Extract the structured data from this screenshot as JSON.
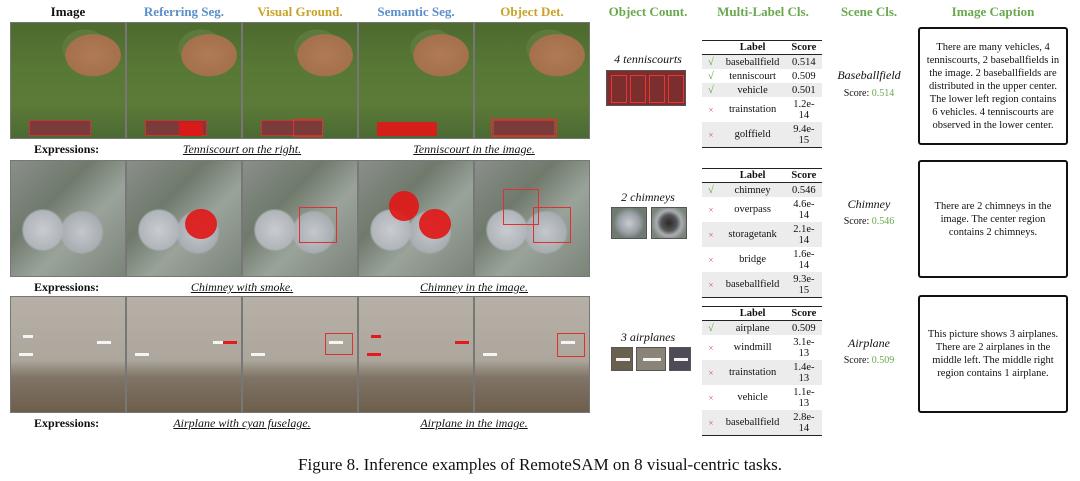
{
  "headers": [
    {
      "text": "Image",
      "color": "#111111"
    },
    {
      "text": "Referring Seg.",
      "color": "#5b8ec9"
    },
    {
      "text": "Visual Ground.",
      "color": "#c9a227"
    },
    {
      "text": "Semantic Seg.",
      "color": "#5b8ec9"
    },
    {
      "text": "Object Det.",
      "color": "#c9a227"
    },
    {
      "text": "Object Count.",
      "color": "#6aa84f"
    },
    {
      "text": "Multi-Label Cls.",
      "color": "#6aa84f"
    },
    {
      "text": "Scene Cls.",
      "color": "#6aa84f"
    },
    {
      "text": "Image Caption",
      "color": "#6aa84f"
    }
  ],
  "expressions_label": "Expressions:",
  "rows": [
    {
      "expr1": "Tenniscourt on the right.",
      "expr2": "Tenniscourt in the image.",
      "count": "4 tenniscourts",
      "table": {
        "col_label": "Label",
        "col_score": "Score",
        "rows": [
          {
            "mark": "√",
            "label": "baseballfield",
            "score": "0.514"
          },
          {
            "mark": "√",
            "label": "tenniscourt",
            "score": "0.509"
          },
          {
            "mark": "√",
            "label": "vehicle",
            "score": "0.501"
          },
          {
            "mark": "×",
            "label": "trainstation",
            "score": "1.2e-14"
          },
          {
            "mark": "×",
            "label": "golffield",
            "score": "9.4e-15"
          }
        ]
      },
      "scene": "Baseballfield",
      "score_prefix": "Score:",
      "scene_score": "0.514",
      "caption": "There are many vehicles, 4 tenniscourts, 2 baseballfields in the image. 2 baseballfields are distributed in the upper center. The lower left region contains 6 vehicles. 4 tenniscourts are observed in the lower center."
    },
    {
      "expr1": "Chimney with smoke.",
      "expr2": "Chimney in the image.",
      "count": "2 chimneys",
      "table": {
        "col_label": "Label",
        "col_score": "Score",
        "rows": [
          {
            "mark": "√",
            "label": "chimney",
            "score": "0.546"
          },
          {
            "mark": "×",
            "label": "overpass",
            "score": "4.6e-14"
          },
          {
            "mark": "×",
            "label": "storagetank",
            "score": "2.1e-14"
          },
          {
            "mark": "×",
            "label": "bridge",
            "score": "1.6e-14"
          },
          {
            "mark": "×",
            "label": "baseballfield",
            "score": "9.3e-15"
          }
        ]
      },
      "scene": "Chimney",
      "score_prefix": "Score:",
      "scene_score": "0.546",
      "caption": "There are 2 chimneys in the image. The center region contains 2 chimneys."
    },
    {
      "expr1": "Airplane with cyan fuselage.",
      "expr2": "Airplane in the image.",
      "count": "3 airplanes",
      "table": {
        "col_label": "Label",
        "col_score": "Score",
        "rows": [
          {
            "mark": "√",
            "label": "airplane",
            "score": "0.509"
          },
          {
            "mark": "×",
            "label": "windmill",
            "score": "3.1e-13"
          },
          {
            "mark": "×",
            "label": "trainstation",
            "score": "1.4e-13"
          },
          {
            "mark": "×",
            "label": "vehicle",
            "score": "1.1e-13"
          },
          {
            "mark": "×",
            "label": "baseballfield",
            "score": "2.8e-14"
          }
        ]
      },
      "scene": "Airplane",
      "score_prefix": "Score:",
      "scene_score": "0.509",
      "caption": "This picture shows 3 airplanes. There are 2 airplanes in the middle left. The middle right region contains 1 airplane."
    }
  ],
  "figure_caption": "Figure 8. Inference examples of RemoteSAM on 8 visual-centric tasks."
}
